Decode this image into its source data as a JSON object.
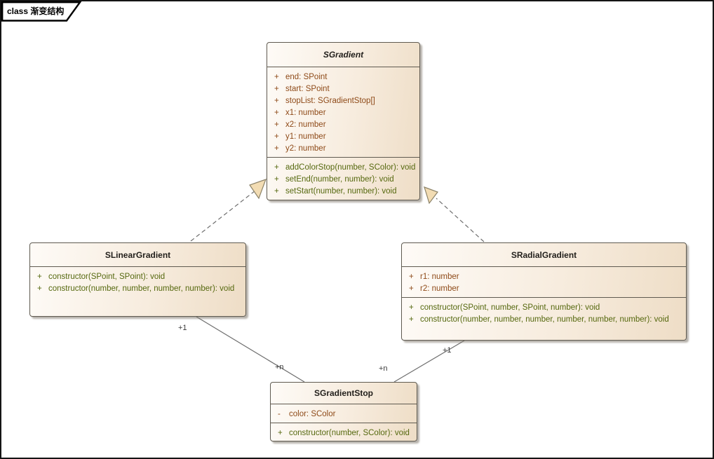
{
  "frame": {
    "label": "class 渐变结构"
  },
  "colors": {
    "canvas_background": "#ffffff",
    "frame_border": "#141414",
    "box_fill_light": "#fefbf7",
    "box_fill_dark": "#eeddc6",
    "box_border": "#5f5a50",
    "attribute_text": "#8e4a18",
    "method_text": "#55680e",
    "title_text": "#23201c",
    "connector_line": "#6e6e6e",
    "triangle_fill": "#f2dcb3",
    "multiplicity_text": "#3a3a3a"
  },
  "classes": [
    {
      "name": "SGradient",
      "abstract": true,
      "attributes": [
        {
          "vis": "+",
          "text": "end: SPoint"
        },
        {
          "vis": "+",
          "text": "start: SPoint"
        },
        {
          "vis": "+",
          "text": "stopList: SGradientStop[]"
        },
        {
          "vis": "+",
          "text": "x1: number"
        },
        {
          "vis": "+",
          "text": "x2: number"
        },
        {
          "vis": "+",
          "text": "y1: number"
        },
        {
          "vis": "+",
          "text": "y2: number"
        }
      ],
      "methods": [
        {
          "vis": "+",
          "text": "addColorStop(number, SColor): void"
        },
        {
          "vis": "+",
          "text": "setEnd(number, number): void"
        },
        {
          "vis": "+",
          "text": "setStart(number, number): void"
        }
      ]
    },
    {
      "name": "SLinearGradient",
      "abstract": false,
      "attributes": [],
      "methods": [
        {
          "vis": "+",
          "text": "constructor(SPoint, SPoint): void"
        },
        {
          "vis": "+",
          "text": "constructor(number, number, number, number): void"
        }
      ]
    },
    {
      "name": "SRadialGradient",
      "abstract": false,
      "attributes": [
        {
          "vis": "+",
          "text": "r1: number"
        },
        {
          "vis": "+",
          "text": "r2: number"
        }
      ],
      "methods": [
        {
          "vis": "+",
          "text": "constructor(SPoint, number, SPoint, number): void"
        },
        {
          "vis": "+",
          "text": "constructor(number, number, number, number, number, number): void"
        }
      ]
    },
    {
      "name": "SGradientStop",
      "abstract": false,
      "attributes": [
        {
          "vis": "-",
          "text": "color: SColor"
        }
      ],
      "methods": [
        {
          "vis": "+",
          "text": "constructor(number, SColor): void"
        }
      ]
    }
  ],
  "relations": [
    {
      "type": "realization",
      "from": "SLinearGradient",
      "to": "SGradient"
    },
    {
      "type": "realization",
      "from": "SRadialGradient",
      "to": "SGradient"
    },
    {
      "type": "association",
      "from": "SLinearGradient",
      "to": "SGradientStop",
      "from_label": "+1",
      "to_label": "+n"
    },
    {
      "type": "association",
      "from": "SRadialGradient",
      "to": "SGradientStop",
      "from_label": "+1",
      "to_label": "+n"
    }
  ]
}
